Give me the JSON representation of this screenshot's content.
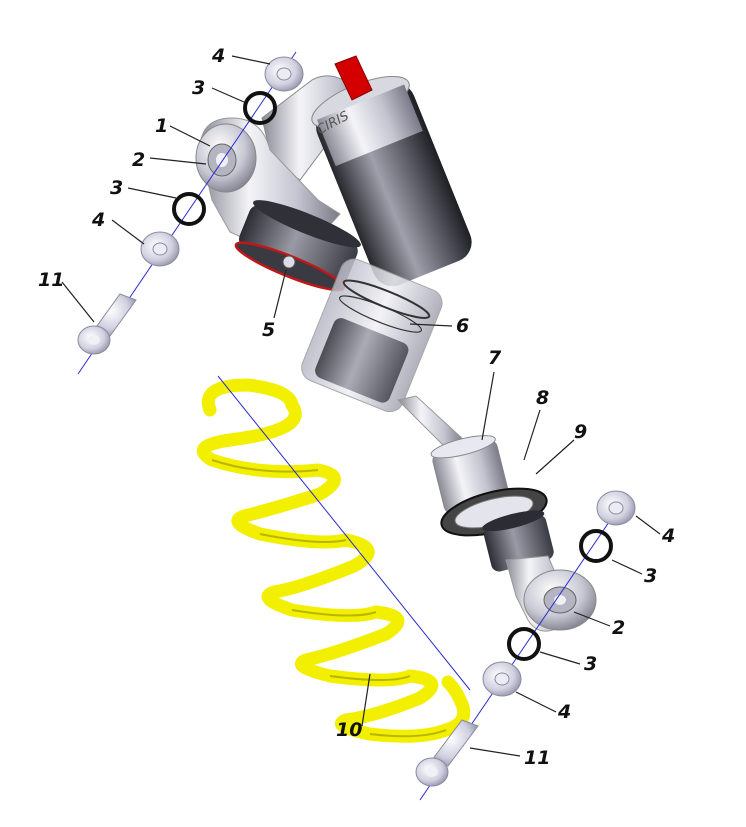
{
  "labels": {
    "p1": "1",
    "p2a": "2",
    "p2b": "2",
    "p3a": "3",
    "p3b": "3",
    "p3c": "3",
    "p3d": "3",
    "p4a": "4",
    "p4b": "4",
    "p4c": "4",
    "p4d": "4",
    "p5": "5",
    "p6": "6",
    "p7": "7",
    "p8": "8",
    "p9": "9",
    "p10": "10",
    "p11a": "11",
    "p11b": "11"
  },
  "logo_text": "CIRIS",
  "colors": {
    "spring": "#f2ef00",
    "reservoir_cap": "#d40000",
    "axis": "#2a2ad4",
    "metal": "#c8c8d4",
    "dark_body": "#444450"
  }
}
